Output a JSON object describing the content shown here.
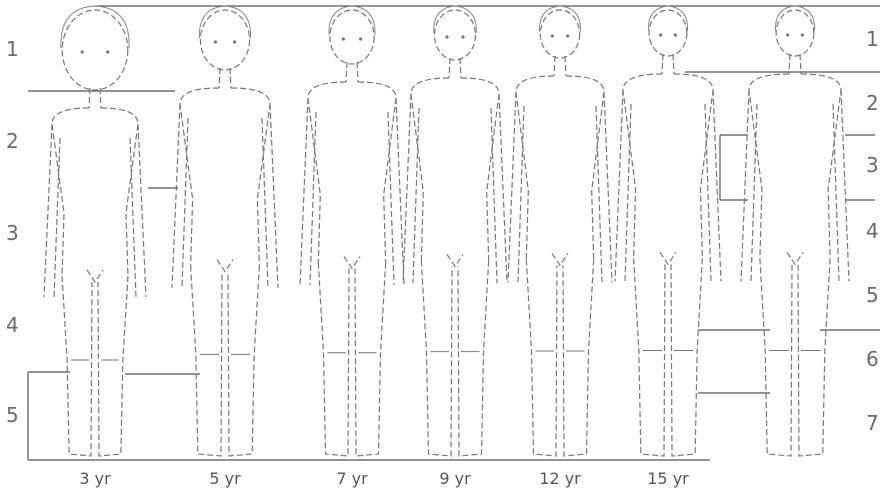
{
  "left_scale": [
    "1",
    "2",
    "3",
    "4",
    "5"
  ],
  "right_scale": [
    "1",
    "2",
    "3",
    "4",
    "5",
    "6",
    "7"
  ],
  "figures": [
    {
      "label": "3 yr"
    },
    {
      "label": "5 yr"
    },
    {
      "label": "7 yr"
    },
    {
      "label": "9 yr"
    },
    {
      "label": "12 yr"
    },
    {
      "label": "15 yr"
    },
    {
      "label": ""
    }
  ]
}
